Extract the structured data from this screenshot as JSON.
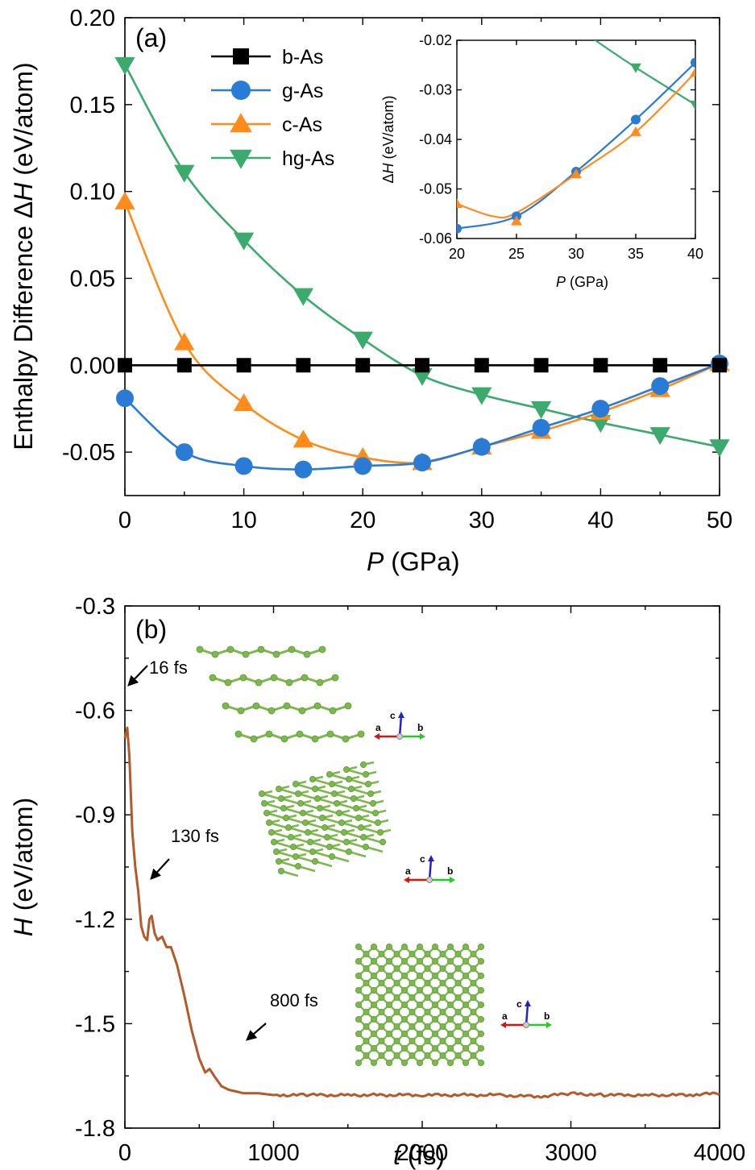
{
  "chart_data": [
    {
      "panel": "(a)",
      "type": "line",
      "xlabel": "P (GPa)",
      "ylabel": "Enthalpy Difference ΔH (eV/atom)",
      "xlim": [
        0,
        50
      ],
      "ylim": [
        -0.075,
        0.2
      ],
      "xticks": [
        "0",
        "10",
        "20",
        "30",
        "40",
        "50"
      ],
      "yticks": [
        "-0.05",
        "0.00",
        "0.05",
        "0.10",
        "0.15",
        "0.20"
      ],
      "legend_position": "upper-left",
      "grid": false,
      "series": [
        {
          "name": "b-As",
          "color": "#000000",
          "marker": "square",
          "x": [
            0,
            5,
            10,
            15,
            20,
            25,
            30,
            35,
            40,
            45,
            50
          ],
          "y": [
            0,
            0,
            0,
            0,
            0,
            0,
            0,
            0,
            0,
            0,
            0
          ]
        },
        {
          "name": "g-As",
          "color": "#2a7bd6",
          "marker": "circle",
          "x": [
            0,
            5,
            10,
            15,
            20,
            25,
            30,
            35,
            40,
            45,
            50
          ],
          "y": [
            -0.019,
            -0.05,
            -0.058,
            -0.06,
            -0.058,
            -0.056,
            -0.047,
            -0.036,
            -0.025,
            -0.012,
            0.001
          ]
        },
        {
          "name": "c-As",
          "color": "#ff8c1a",
          "marker": "triangle-up",
          "x": [
            0,
            5,
            10,
            15,
            20,
            25,
            30,
            35,
            40,
            45,
            50
          ],
          "y": [
            0.094,
            0.013,
            -0.022,
            -0.043,
            -0.053,
            -0.056,
            -0.047,
            -0.038,
            -0.027,
            -0.014,
            0.001
          ]
        },
        {
          "name": "hg-As",
          "color": "#3aaa6d",
          "marker": "triangle-down",
          "x": [
            0,
            5,
            10,
            15,
            20,
            25,
            30,
            35,
            40,
            45,
            50
          ],
          "y": [
            0.173,
            0.111,
            0.072,
            0.04,
            0.015,
            -0.006,
            -0.017,
            -0.025,
            -0.033,
            -0.04,
            -0.047
          ]
        }
      ],
      "inset": {
        "xlabel": "P (GPa)",
        "ylabel": "ΔH (eV/atom)",
        "xlim": [
          20,
          40
        ],
        "ylim": [
          -0.06,
          -0.02
        ],
        "xticks": [
          "20",
          "25",
          "30",
          "35",
          "40"
        ],
        "yticks": [
          "-0.06",
          "-0.05",
          "-0.04",
          "-0.03",
          "-0.02"
        ],
        "series": [
          {
            "name": "g-As",
            "x": [
              20,
              25,
              30,
              35,
              40
            ],
            "y": [
              -0.058,
              -0.0555,
              -0.0465,
              -0.036,
              -0.0245
            ]
          },
          {
            "name": "c-As",
            "x": [
              20,
              25,
              30,
              35,
              40
            ],
            "y": [
              -0.053,
              -0.0565,
              -0.047,
              -0.0385,
              -0.0265
            ]
          },
          {
            "name": "hg-As",
            "x": [
              35,
              40
            ],
            "y": [
              -0.0255,
              -0.033
            ]
          }
        ]
      }
    },
    {
      "panel": "(b)",
      "type": "line",
      "xlabel": "t (fs)",
      "ylabel": "H (eV/atom)",
      "xlim": [
        0,
        4000
      ],
      "ylim": [
        -1.8,
        -0.3
      ],
      "xticks": [
        "0",
        "1000",
        "2000",
        "3000",
        "4000"
      ],
      "yticks": [
        "-0.3",
        "-0.6",
        "-0.9",
        "-1.2",
        "-1.5",
        "-1.8"
      ],
      "series": [
        {
          "name": "H",
          "color": "#b5592a",
          "x": [
            0,
            16,
            30,
            50,
            70,
            90,
            110,
            130,
            150,
            165,
            180,
            200,
            220,
            250,
            280,
            310,
            350,
            400,
            450,
            500,
            540,
            570,
            600,
            650,
            700,
            750,
            800,
            900,
            1000,
            1200,
            1500,
            2000,
            2500,
            2800,
            3000,
            3200,
            3500,
            3800,
            4000
          ],
          "y": [
            -0.68,
            -0.65,
            -0.73,
            -0.95,
            -1.05,
            -1.12,
            -1.22,
            -1.25,
            -1.26,
            -1.2,
            -1.19,
            -1.24,
            -1.26,
            -1.25,
            -1.28,
            -1.28,
            -1.33,
            -1.42,
            -1.52,
            -1.6,
            -1.64,
            -1.63,
            -1.65,
            -1.68,
            -1.69,
            -1.695,
            -1.7,
            -1.7,
            -1.705,
            -1.705,
            -1.705,
            -1.705,
            -1.705,
            -1.71,
            -1.7,
            -1.705,
            -1.705,
            -1.705,
            -1.7
          ]
        }
      ],
      "annotations": [
        {
          "text": "16 fs",
          "x": 16,
          "y": -0.65
        },
        {
          "text": "130 fs",
          "x": 130,
          "y": -1.19
        },
        {
          "text": "800 fs",
          "x": 800,
          "y": -1.7
        }
      ],
      "structure_axes": [
        "a",
        "b",
        "c"
      ]
    }
  ]
}
